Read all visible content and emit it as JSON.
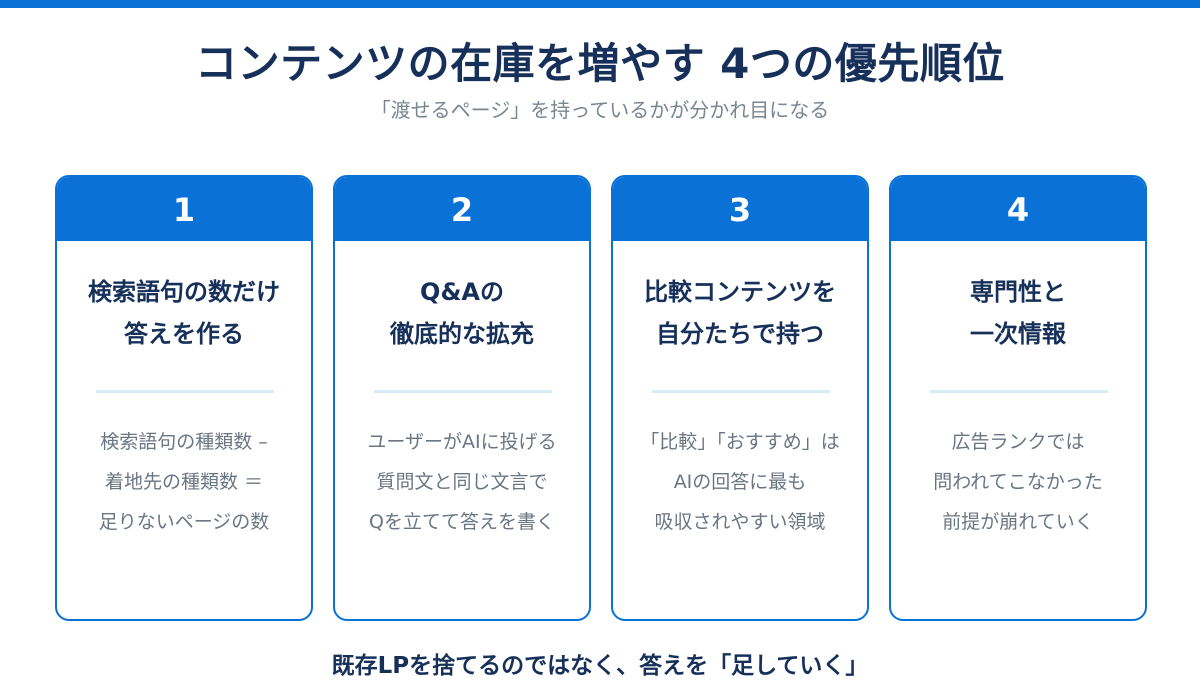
{
  "title": "コンテンツの在庫を増やす 4つの優先順位",
  "subtitle": "「渡せるページ」を持っているかが分かれ目になる",
  "cards": [
    {
      "number": "1",
      "heading": [
        "検索語句の数だけ",
        "答えを作る"
      ],
      "body": [
        "検索語句の種類数 –",
        "着地先の種類数 ＝",
        "足りないページの数"
      ]
    },
    {
      "number": "2",
      "heading": [
        "Q&Aの",
        "徹底的な拡充"
      ],
      "body": [
        "ユーザーがAIに投げる",
        "質問文と同じ文言で",
        "Qを立てて答えを書く"
      ]
    },
    {
      "number": "3",
      "heading": [
        "比較コンテンツを",
        "自分たちで持つ"
      ],
      "body": [
        "「比較」「おすすめ」は",
        "AIの回答に最も",
        "吸収されやすい領域"
      ]
    },
    {
      "number": "4",
      "heading": [
        "専門性と",
        "一次情報"
      ],
      "body": [
        "広告ランクでは",
        "問われてこなかった",
        "前提が崩れていく"
      ]
    }
  ],
  "footer": "既存LPを捨てるのではなく、答えを「足していく」",
  "colors": {
    "accent": "#0a72d6",
    "heading": "#16305a",
    "body_text": "#6b7683",
    "divider": "#d7ecf6"
  }
}
